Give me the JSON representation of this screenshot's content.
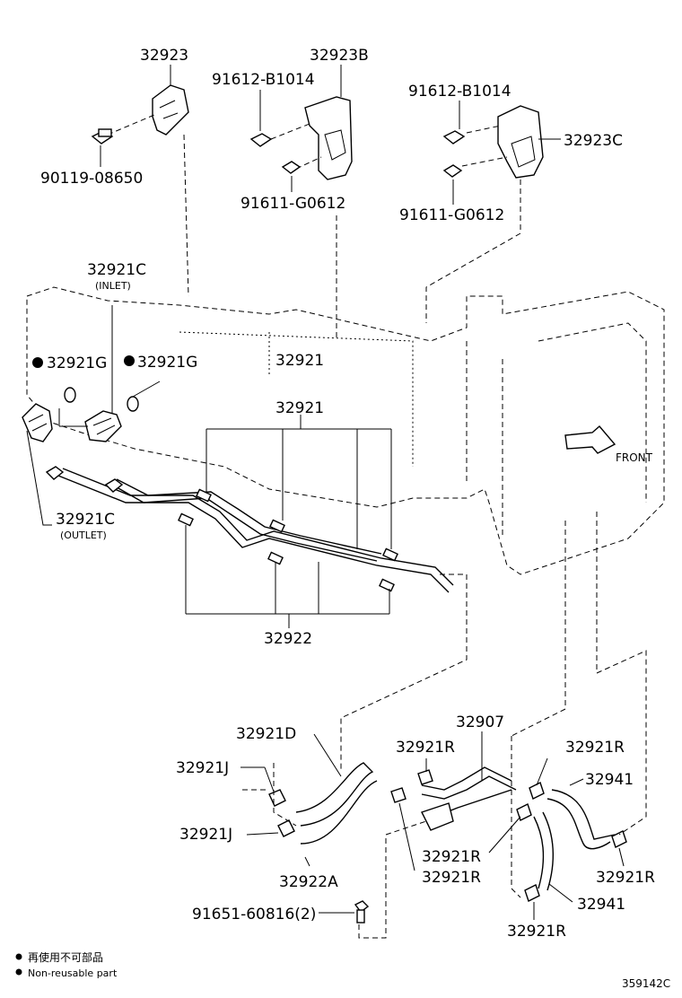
{
  "labels": {
    "p32923": "32923",
    "p32923B": "32923B",
    "p91612_left": "91612-B1014",
    "p91612_right": "91612-B1014",
    "p32923C": "32923C",
    "p90119": "90119-08650",
    "p91611_left": "91611-G0612",
    "p91611_right": "91611-G0612",
    "p32921C_top": "32921C",
    "inlet": "(INLET)",
    "p32921G_left": "32921G",
    "p32921G_right": "32921G",
    "p32921_main": "32921",
    "p32921_pipes": "32921",
    "p32921C_bottom": "32921C",
    "outlet": "(OUTLET)",
    "front": "FRONT",
    "p32922": "32922",
    "p32921D": "32921D",
    "p32907": "32907",
    "p32921R_a": "32921R",
    "p32921R_b": "32921R",
    "p32921J_a": "32921J",
    "p32921J_b": "32921J",
    "p32941_a": "32941",
    "p32941_b": "32941",
    "p32921R_c": "32921R",
    "p32921R_d": "32921R",
    "p32921R_e": "32921R",
    "p32921R_f": "32921R",
    "p32922A": "32922A",
    "p91651": "91651-60816(2)"
  },
  "legend": {
    "line1": "再使用不可部品",
    "line2": "Non-reusable part"
  },
  "footer": {
    "diagram_id": "359142C"
  }
}
